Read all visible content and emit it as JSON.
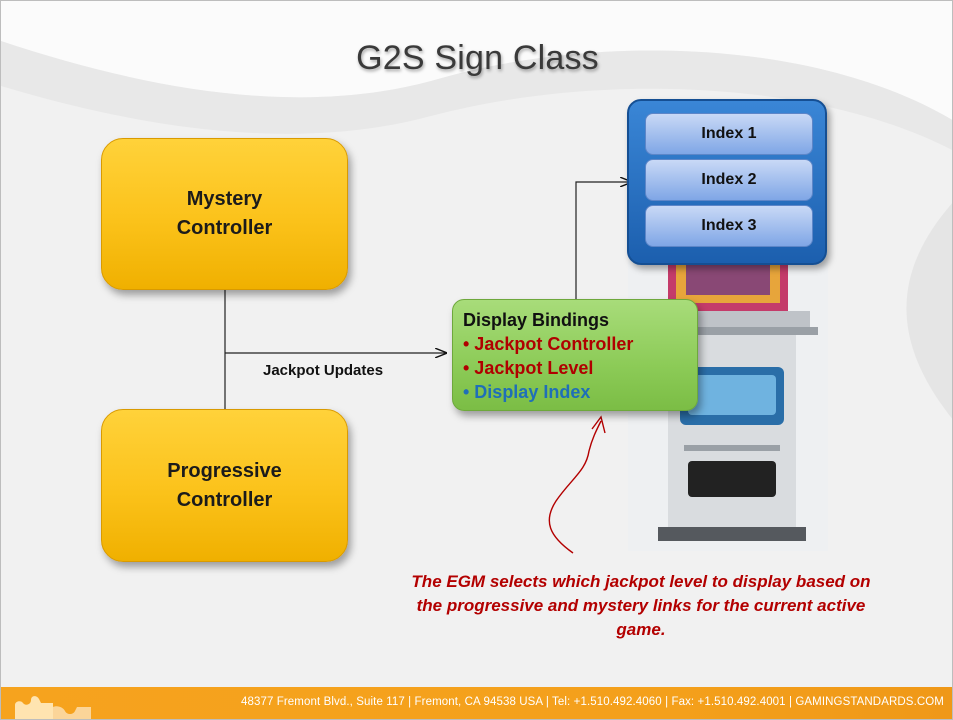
{
  "title": "G2S Sign Class",
  "nodes": {
    "mystery_controller": "Mystery Controller",
    "progressive_controller": "Progressive Controller",
    "jackpot_updates": "Jackpot Updates",
    "display_bindings": {
      "header": "Display Bindings",
      "items": [
        "• Jackpot Controller",
        "• Jackpot Level",
        "• Display Index"
      ]
    },
    "indexes": [
      "Index 1",
      "Index 2",
      "Index 3"
    ]
  },
  "note": "The EGM selects which jackpot level to display based on the progressive and mystery links for the current active game.",
  "footer": {
    "text": "48377 Fremont Blvd., Suite 117  |  Fremont, CA 94538  USA  |  Tel: +1.510.492.4060  |  Fax: +1.510.492.4001  |  GAMINGSTANDARDS.COM"
  },
  "colors": {
    "controller_fill": "#fbc21a",
    "bindings_fill": "#8ccb57",
    "index_panel": "#1c5fae",
    "highlight_red": "#b00000",
    "highlight_blue": "#1f6fb8",
    "footer_orange": "#f4a01b"
  }
}
